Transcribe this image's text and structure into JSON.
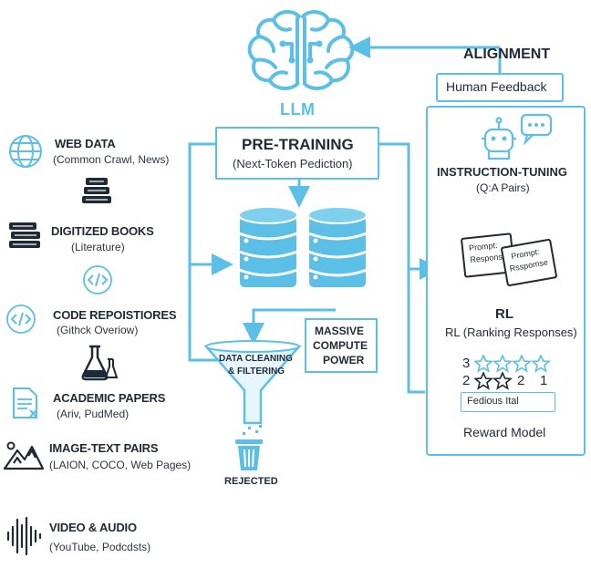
{
  "header": {
    "llm_label": "LLM",
    "alignment_title": "ALIGNMENT",
    "human_feedback": "Human Feedback"
  },
  "pretraining": {
    "title": "PRE-TRAINING",
    "subtitle": "(Next-Token Pediction)"
  },
  "processing": {
    "compute_label": [
      "MASSIVE",
      "COMPUTE",
      "POWER"
    ],
    "filter_label": [
      "DATA CLEANING",
      "& FILTERING"
    ],
    "rejected": "REJECTED"
  },
  "sources": [
    {
      "title": "WEB DATA",
      "sub": "(Common Crawl, News)",
      "icon": "web-icon"
    },
    {
      "title": "DIGITIZED BOOKS",
      "sub": "(Literature)",
      "icon": "books-icon"
    },
    {
      "title": "CODE REPOISTIORES",
      "sub": "(Githck Overiow)",
      "icon": "code-icon"
    },
    {
      "title": "ACADEMIC PAPERS",
      "sub": "(Ariv, PudMed)",
      "icon": "paper-icon"
    },
    {
      "title": "IMAGE-TEXT PAIRS",
      "sub": "(LAION, COCO, Web Pages)",
      "icon": "mountain-icon"
    },
    {
      "title": "VIDEO & AUDIO",
      "sub": "(YouTube, Podcdsts)",
      "icon": "waveform-icon"
    }
  ],
  "alignment": {
    "instruction_title": "INSTRUCTION-TUNING",
    "instruction_sub": "(Q:A Pairs)",
    "card1": [
      "Prompt:",
      "Respons"
    ],
    "card2": [
      "Prompt:",
      "Rsspomse"
    ],
    "rl_title": "RL",
    "rl_sub": "RL (Ranking Responses)",
    "rank_top": "3",
    "rank_bottom": [
      "2",
      "2",
      "1"
    ],
    "feedback_field": "Fedious Ital",
    "reward_model": "Reward Model"
  },
  "colors": {
    "accent": "#5bbfe6",
    "dark": "#1f2a36",
    "light": "#e7f5fc"
  }
}
